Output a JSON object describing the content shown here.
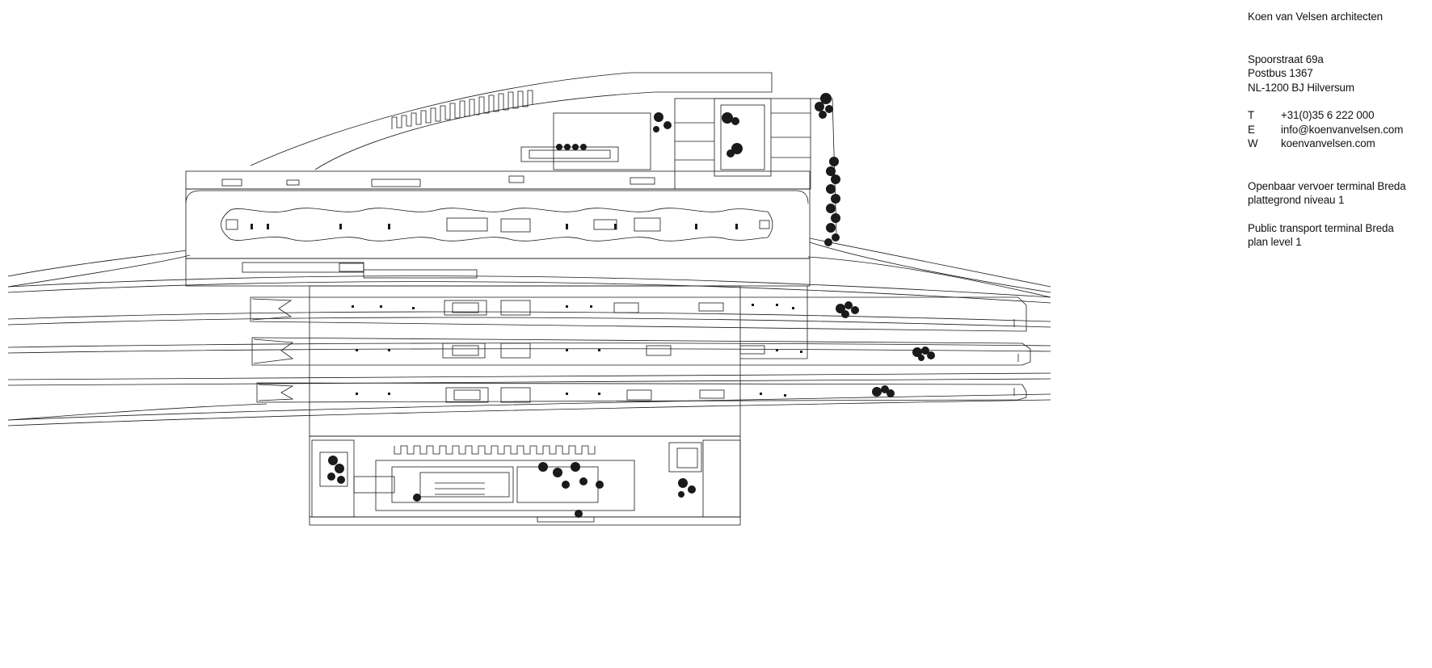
{
  "office": {
    "name": "Koen van Velsen architecten",
    "address": [
      "Spoorstraat 69a",
      "Postbus 1367",
      "NL-1200 BJ Hilversum"
    ],
    "contacts": [
      {
        "key": "T",
        "value": "+31(0)35 6 222 000"
      },
      {
        "key": "E",
        "value": "info@koenvanvelsen.com"
      },
      {
        "key": "W",
        "value": "koenvanvelsen.com"
      }
    ]
  },
  "project": {
    "title_nl": "Openbaar vervoer terminal Breda",
    "subtitle_nl": "plattegrond niveau 1",
    "title_en": "Public transport terminal Breda",
    "subtitle_en": "plan level 1"
  },
  "colors": {
    "line": "#1a1a1a",
    "tree": "#1a1a1a",
    "background": "#ffffff"
  }
}
